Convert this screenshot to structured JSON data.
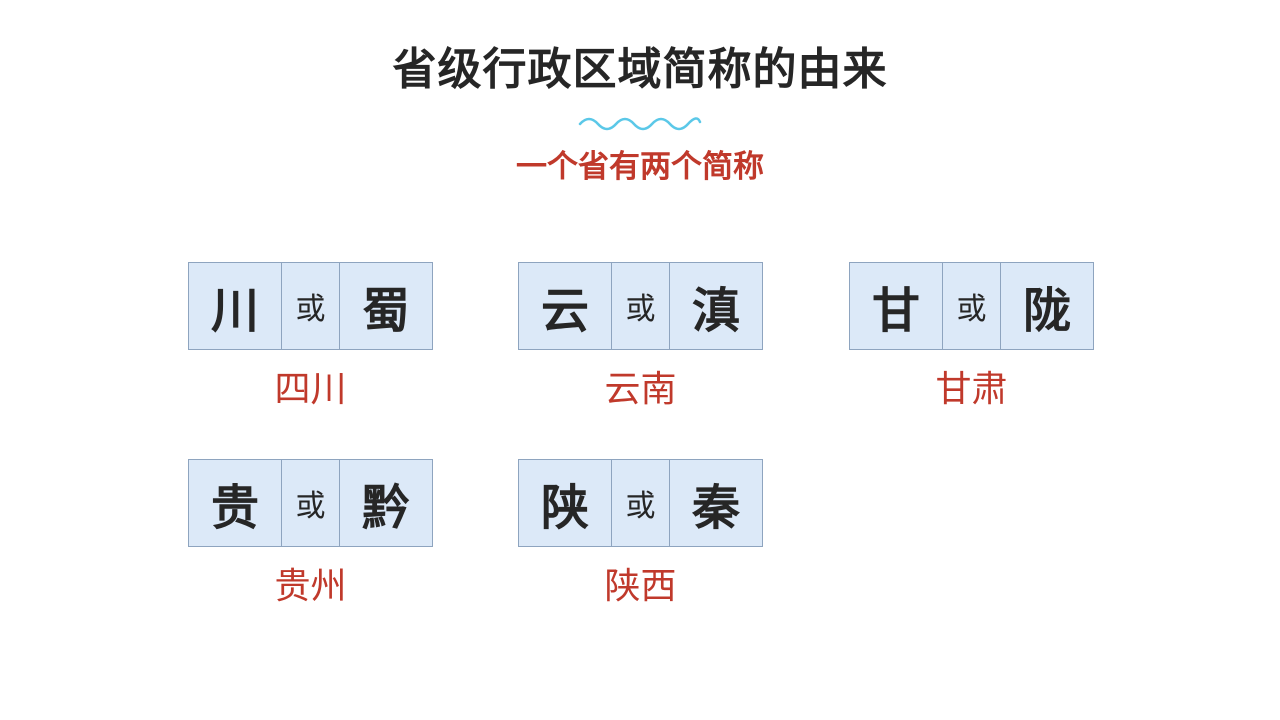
{
  "slide": {
    "title": "省级行政区域简称的由来",
    "subtitle": "一个省有两个简称",
    "accent_color": "#c0392b",
    "wave_color": "#5bc8e8",
    "box_fill": "#dce9f8",
    "box_border": "#8ea4bf"
  },
  "provinces": [
    {
      "abbr1": "川",
      "connector": "或",
      "abbr2": "蜀",
      "name": "四川"
    },
    {
      "abbr1": "云",
      "connector": "或",
      "abbr2": "滇",
      "name": "云南"
    },
    {
      "abbr1": "甘",
      "connector": "或",
      "abbr2": "陇",
      "name": "甘肃"
    },
    {
      "abbr1": "贵",
      "connector": "或",
      "abbr2": "黔",
      "name": "贵州"
    },
    {
      "abbr1": "陕",
      "connector": "或",
      "abbr2": "秦",
      "name": "陕西"
    }
  ]
}
